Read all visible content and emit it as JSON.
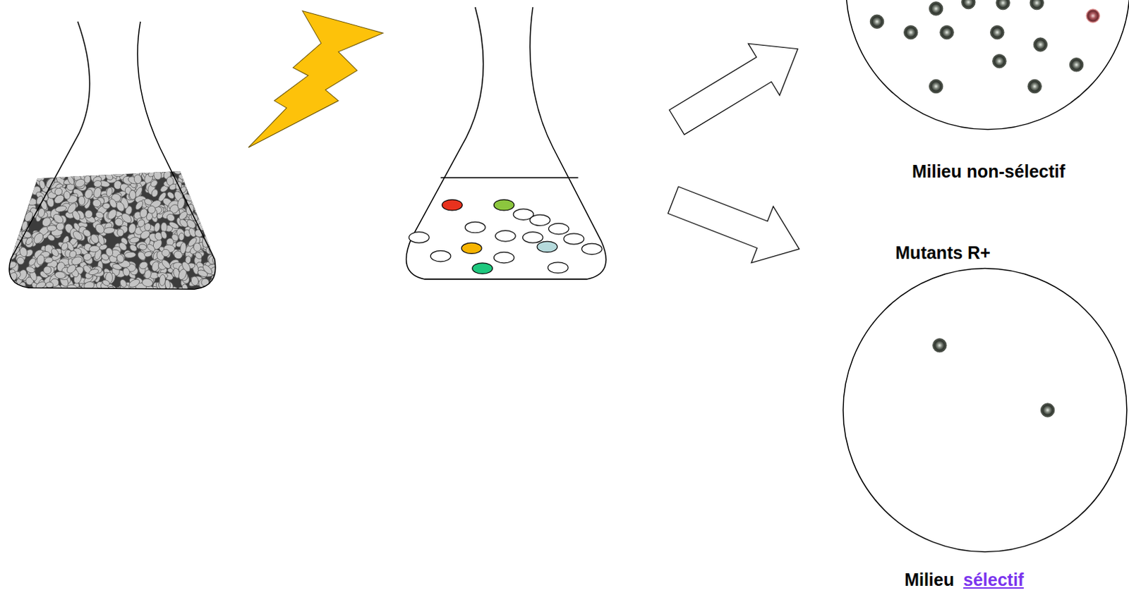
{
  "diagram": {
    "labels": [
      "Milieu non-sélectif",
      "Mutants R+",
      "Milieu",
      "sélectif"
    ]
  }
}
